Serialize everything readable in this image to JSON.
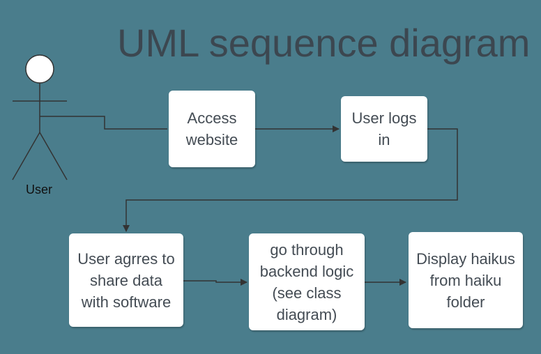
{
  "title": "UML sequence diagram",
  "actor": {
    "label": "User"
  },
  "steps": [
    {
      "label": "Access\nwebsite"
    },
    {
      "label": "User logs\nin"
    },
    {
      "label": "User agrres to\nshare data\nwith software"
    },
    {
      "label": "go through\nbackend logic\n(see class\ndiagram)"
    },
    {
      "label": "Display haikus\nfrom haiku\nfolder"
    }
  ],
  "colors": {
    "background": "#4a7d8c",
    "title": "#3c4750",
    "box": "#ffffff",
    "box_text": "#444c54",
    "line": "#333333"
  }
}
